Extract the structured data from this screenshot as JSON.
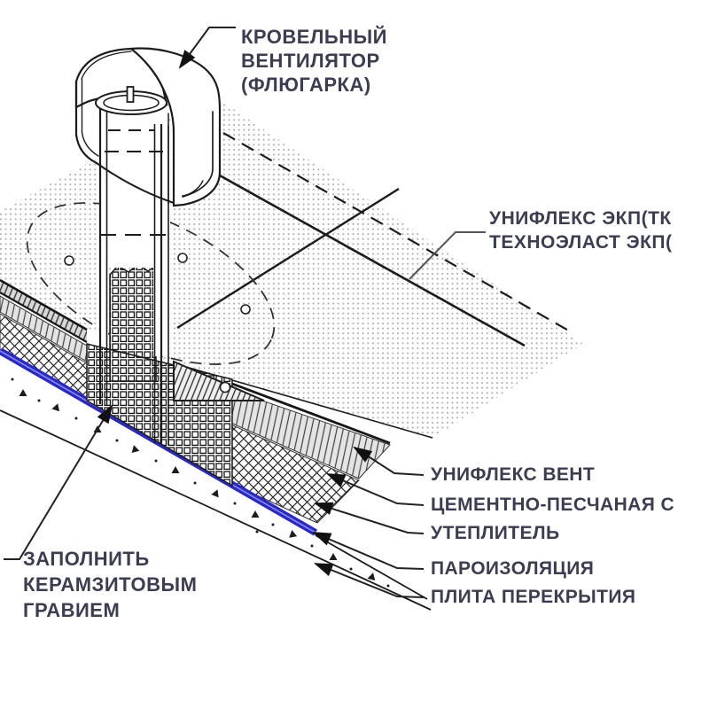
{
  "callouts": {
    "ventilator": [
      "КРОВЕЛЬНЫЙ",
      "ВЕНТИЛЯТОР",
      "(ФЛЮГАРКА)"
    ],
    "membrane": [
      "УНИФЛЕКС ЭКП(ТК",
      "ТЕХНОЭЛАСТ ЭКП("
    ],
    "gravel_fill": [
      "ЗАПОЛНИТЬ",
      "КЕРАМЗИТОВЫМ",
      "ГРАВИЕМ"
    ],
    "layers": {
      "uniflex_vent": "УНИФЛЕКС ВЕНТ",
      "screed": "ЦЕМЕНТНО-ПЕСЧАНАЯ С",
      "insulation": "УТЕПЛИТЕЛЬ",
      "vapor_barrier": "ПАРОИЗОЛЯЦИЯ",
      "slab": "ПЛИТА ПЕРЕКРЫТИЯ"
    }
  },
  "colors": {
    "ink": "#1c1c1c",
    "label_text": "#3d3d52",
    "vapor_barrier_blue": "#2828c8"
  }
}
